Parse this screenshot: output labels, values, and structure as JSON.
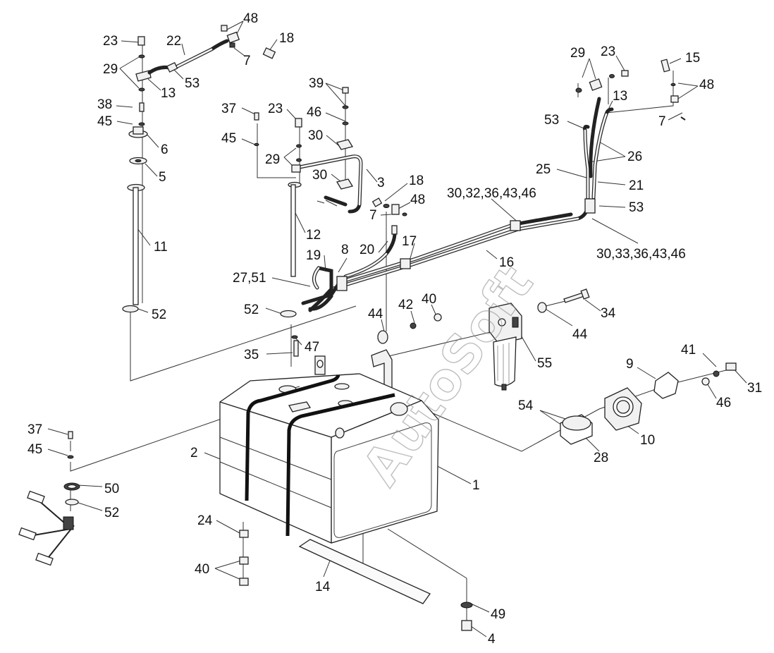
{
  "diagram": {
    "watermark": "AutoSoft",
    "callouts": [
      {
        "id": "c23a",
        "text": "23"
      },
      {
        "id": "c22",
        "text": "22"
      },
      {
        "id": "c48a",
        "text": "48"
      },
      {
        "id": "c18a",
        "text": "18"
      },
      {
        "id": "c7a",
        "text": "7"
      },
      {
        "id": "c29a",
        "text": "29"
      },
      {
        "id": "c13a",
        "text": "13"
      },
      {
        "id": "c53a",
        "text": "53"
      },
      {
        "id": "c38",
        "text": "38"
      },
      {
        "id": "c45a",
        "text": "45"
      },
      {
        "id": "c6",
        "text": "6"
      },
      {
        "id": "c5",
        "text": "5"
      },
      {
        "id": "c11",
        "text": "11"
      },
      {
        "id": "c52a",
        "text": "52"
      },
      {
        "id": "c39",
        "text": "39"
      },
      {
        "id": "c37a",
        "text": "37"
      },
      {
        "id": "c23b",
        "text": "23"
      },
      {
        "id": "c46a",
        "text": "46"
      },
      {
        "id": "c45b",
        "text": "45"
      },
      {
        "id": "c30a",
        "text": "30"
      },
      {
        "id": "c29b",
        "text": "29"
      },
      {
        "id": "c30b",
        "text": "30"
      },
      {
        "id": "c3",
        "text": "3"
      },
      {
        "id": "c18b",
        "text": "18"
      },
      {
        "id": "c48b",
        "text": "48"
      },
      {
        "id": "c7b",
        "text": "7"
      },
      {
        "id": "c12",
        "text": "12"
      },
      {
        "id": "c19",
        "text": "19"
      },
      {
        "id": "c8",
        "text": "8"
      },
      {
        "id": "c20",
        "text": "20"
      },
      {
        "id": "c17",
        "text": "17"
      },
      {
        "id": "c16",
        "text": "16"
      },
      {
        "id": "c2751",
        "text": "27,51"
      },
      {
        "id": "c52b",
        "text": "52"
      },
      {
        "id": "c44a",
        "text": "44"
      },
      {
        "id": "c42",
        "text": "42"
      },
      {
        "id": "c40a",
        "text": "40"
      },
      {
        "id": "c47",
        "text": "47"
      },
      {
        "id": "c35",
        "text": "35"
      },
      {
        "id": "c29c",
        "text": "29"
      },
      {
        "id": "c23c",
        "text": "23"
      },
      {
        "id": "c15",
        "text": "15"
      },
      {
        "id": "c13b",
        "text": "13"
      },
      {
        "id": "c48c",
        "text": "48"
      },
      {
        "id": "c7c",
        "text": "7"
      },
      {
        "id": "c53b",
        "text": "53"
      },
      {
        "id": "c26",
        "text": "26"
      },
      {
        "id": "c25",
        "text": "25"
      },
      {
        "id": "c21",
        "text": "21"
      },
      {
        "id": "c3032",
        "text": "30,32,36,43,46"
      },
      {
        "id": "c53c",
        "text": "53"
      },
      {
        "id": "c3033",
        "text": "30,33,36,43,46"
      },
      {
        "id": "c34",
        "text": "34"
      },
      {
        "id": "c44b",
        "text": "44"
      },
      {
        "id": "c55",
        "text": "55"
      },
      {
        "id": "c9",
        "text": "9"
      },
      {
        "id": "c41",
        "text": "41"
      },
      {
        "id": "c31",
        "text": "31"
      },
      {
        "id": "c46b",
        "text": "46"
      },
      {
        "id": "c54",
        "text": "54"
      },
      {
        "id": "c10",
        "text": "10"
      },
      {
        "id": "c28",
        "text": "28"
      },
      {
        "id": "c37b",
        "text": "37"
      },
      {
        "id": "c45c",
        "text": "45"
      },
      {
        "id": "c2",
        "text": "2"
      },
      {
        "id": "c1",
        "text": "1"
      },
      {
        "id": "c50",
        "text": "50"
      },
      {
        "id": "c52c",
        "text": "52"
      },
      {
        "id": "c24",
        "text": "24"
      },
      {
        "id": "c40b",
        "text": "40"
      },
      {
        "id": "c14",
        "text": "14"
      },
      {
        "id": "c49",
        "text": "49"
      },
      {
        "id": "c4",
        "text": "4"
      }
    ]
  }
}
